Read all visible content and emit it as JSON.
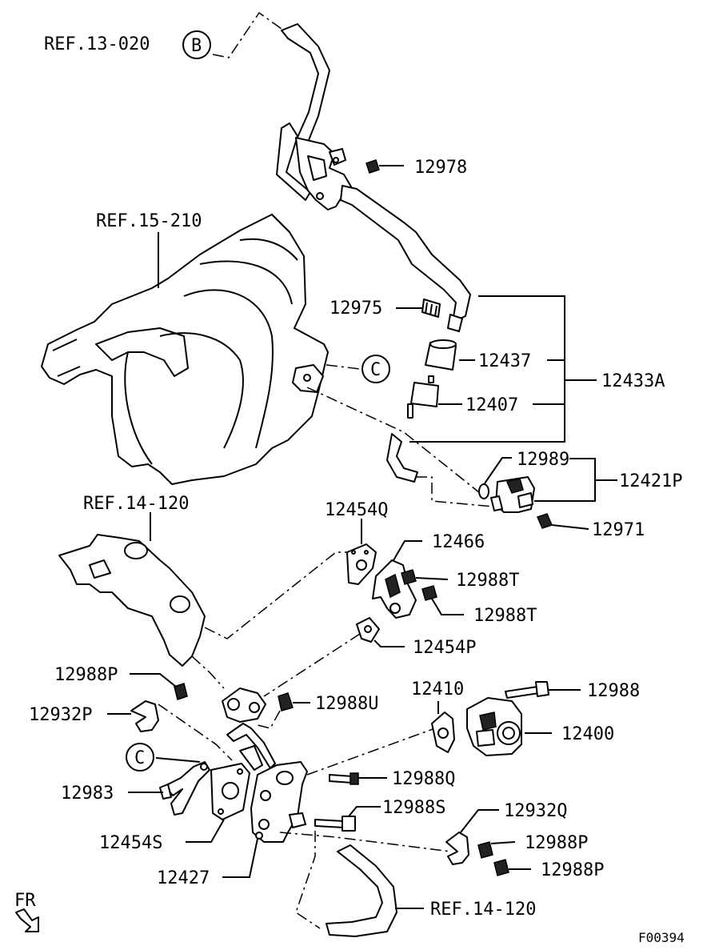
{
  "diagram": {
    "code": "F00394",
    "fr_label": "FR",
    "callouts": {
      "ref_13_020": "REF.13-020",
      "ref_15_210": "REF.15-210",
      "ref_14_120_top": "REF.14-120",
      "ref_14_120_bottom": "REF.14-120",
      "p12978": "12978",
      "p12975": "12975",
      "p12437": "12437",
      "p12407": "12407",
      "p12433A": "12433A",
      "p12989": "12989",
      "p12421P": "12421P",
      "p12971": "12971",
      "p12454Q": "12454Q",
      "p12466": "12466",
      "p12988T_a": "12988T",
      "p12988T_b": "12988T",
      "p12454P": "12454P",
      "p12988P_left": "12988P",
      "p12932P": "12932P",
      "p12988U": "12988U",
      "p12410": "12410",
      "p12988": "12988",
      "p12400": "12400",
      "p12983": "12983",
      "p12988Q": "12988Q",
      "p12988S": "12988S",
      "p12932Q": "12932Q",
      "p12454S": "12454S",
      "p12988P_r1": "12988P",
      "p12988P_r2": "12988P",
      "p12427": "12427"
    },
    "markers": {
      "b_top": "B",
      "c_mid": "C",
      "c_low": "C"
    }
  }
}
